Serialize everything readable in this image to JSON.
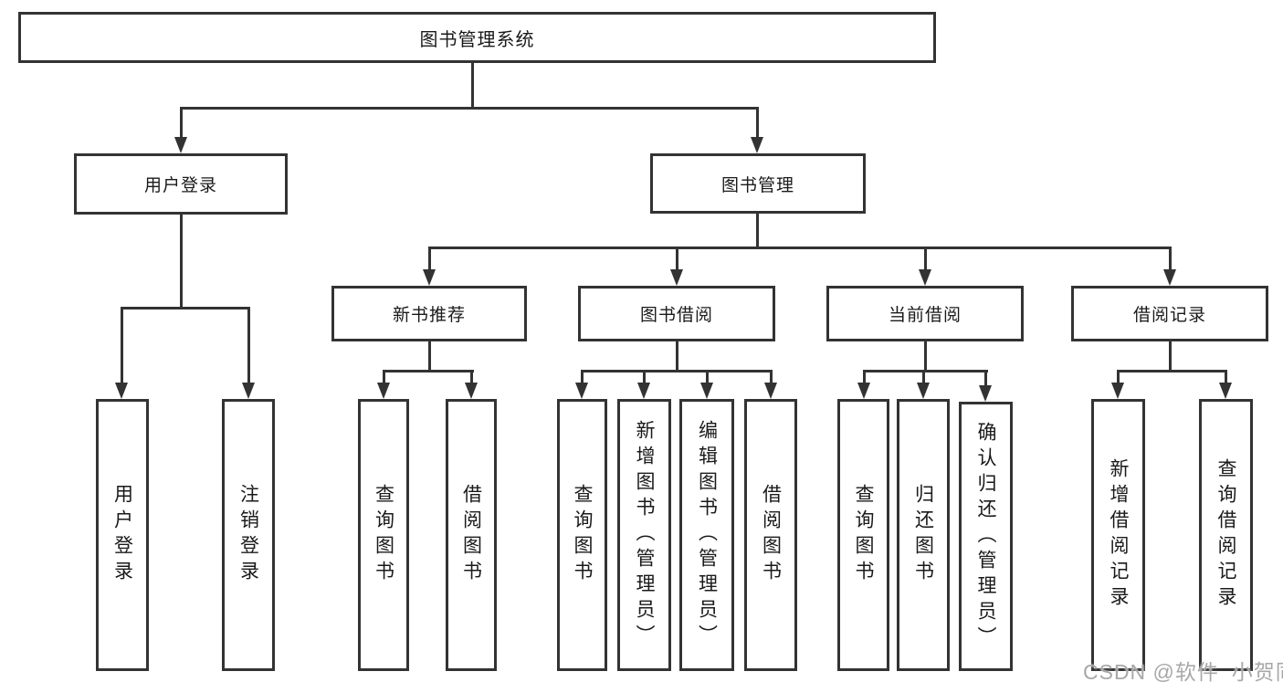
{
  "diagram": {
    "root": "图书管理系统",
    "branches": [
      {
        "label": "用户登录",
        "leaves": [
          "用户登录",
          "注销登录"
        ]
      },
      {
        "label": "图书管理",
        "sections": [
          {
            "label": "新书推荐",
            "leaves": [
              "查询图书",
              "借阅图书"
            ]
          },
          {
            "label": "图书借阅",
            "leaves": [
              "查询图书",
              "新增图书（管理员）",
              "编辑图书（管理员）",
              "借阅图书"
            ]
          },
          {
            "label": "当前借阅",
            "leaves": [
              "查询图书",
              "归还图书",
              "确认归还（管理员）"
            ]
          },
          {
            "label": "借阅记录",
            "leaves": [
              "新增借阅记录",
              "查询借阅记录"
            ]
          }
        ]
      }
    ]
  },
  "watermark": "CSDN @软件_小贺同学",
  "colors": {
    "line": "#333333",
    "text": "#1a1a1a",
    "background": "#ffffff",
    "watermark": "#a8a8a8"
  }
}
